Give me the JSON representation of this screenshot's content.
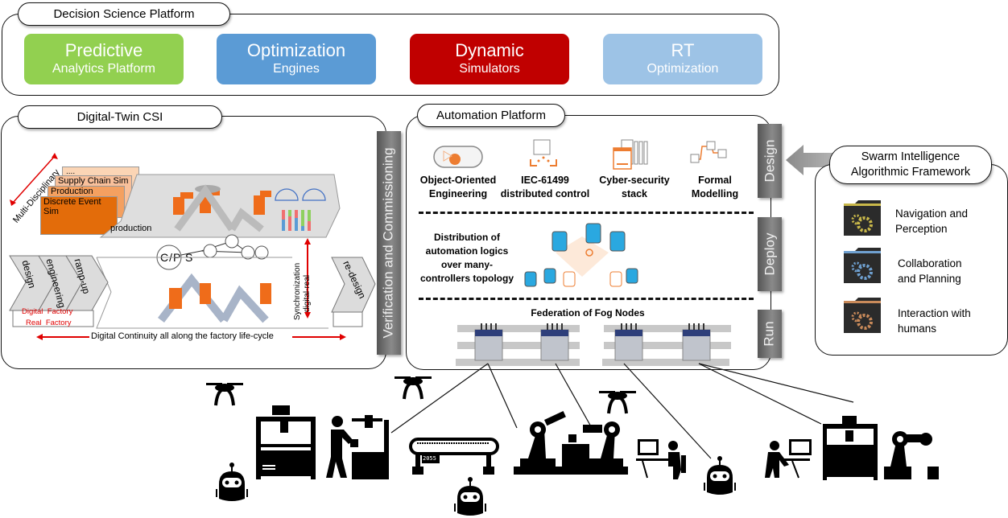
{
  "decision_science": {
    "title": "Decision Science Platform",
    "modules": [
      {
        "title": "Predictive",
        "subtitle": "Analytics Platform",
        "color": "#92d050"
      },
      {
        "title": "Optimization",
        "subtitle": "Engines",
        "color": "#5b9bd5"
      },
      {
        "title": "Dynamic",
        "subtitle": "Simulators",
        "color": "#c00000"
      },
      {
        "title": "RT",
        "subtitle": "Optimization",
        "color": "#9dc3e6"
      }
    ]
  },
  "digital_twin": {
    "title": "Digital-Twin CSI",
    "axis_label": "Multi-Disciplinary",
    "sim_layers": [
      "....",
      "Supply Chain Sim",
      "Production planning",
      "Discrete Event Sim"
    ],
    "production_label": "production",
    "cps_label": {
      "c": "C",
      "p": "P",
      "s": "S"
    },
    "cp_node": "C/P",
    "phases": [
      "design",
      "engineering",
      "ramp-up"
    ],
    "redesign": "re-design",
    "digital_factory": [
      "Digital",
      "Factory"
    ],
    "real_factory": [
      "Real",
      "Factory"
    ],
    "sync_label": [
      "Synchronization",
      "digital-real"
    ],
    "continuity_label": "Digital Continuity all along the factory life-cycle"
  },
  "verification_bar": "Verification and Commissioning",
  "automation": {
    "title": "Automation Platform",
    "features": [
      {
        "line1": "Object-Oriented",
        "line2": "Engineering",
        "icon": "oo-engineering-icon"
      },
      {
        "line1": "IEC-61499",
        "line2": "distributed control",
        "icon": "iec61499-icon"
      },
      {
        "line1": "Cyber-security",
        "line2": "stack",
        "icon": "cybersecurity-icon"
      },
      {
        "line1": "Formal",
        "line2": "Modelling",
        "icon": "formal-modelling-icon"
      }
    ],
    "distribution_text": [
      "Distribution of",
      "automation logics",
      "over many-",
      "controllers topology"
    ],
    "fog_title": "Federation of Fog Nodes",
    "stages": [
      "Design",
      "Deploy",
      "Run"
    ]
  },
  "swarm": {
    "title": [
      "Swarm Intelligence",
      "Algorithmic Framework"
    ],
    "items": [
      {
        "line1": "Navigation and",
        "line2": "Perception",
        "color": "#c9b84a"
      },
      {
        "line1": "Collaboration",
        "line2": "and Planning",
        "color": "#6fa0d0"
      },
      {
        "line1": "Interaction with",
        "line2": "humans",
        "color": "#c98a5a"
      }
    ]
  },
  "shopfloor": {
    "conveyor_counter": "2055"
  },
  "colors": {
    "red_accent": "#e00000",
    "orange": "#e36c0a",
    "gray_bar": "#7a7a7a"
  }
}
